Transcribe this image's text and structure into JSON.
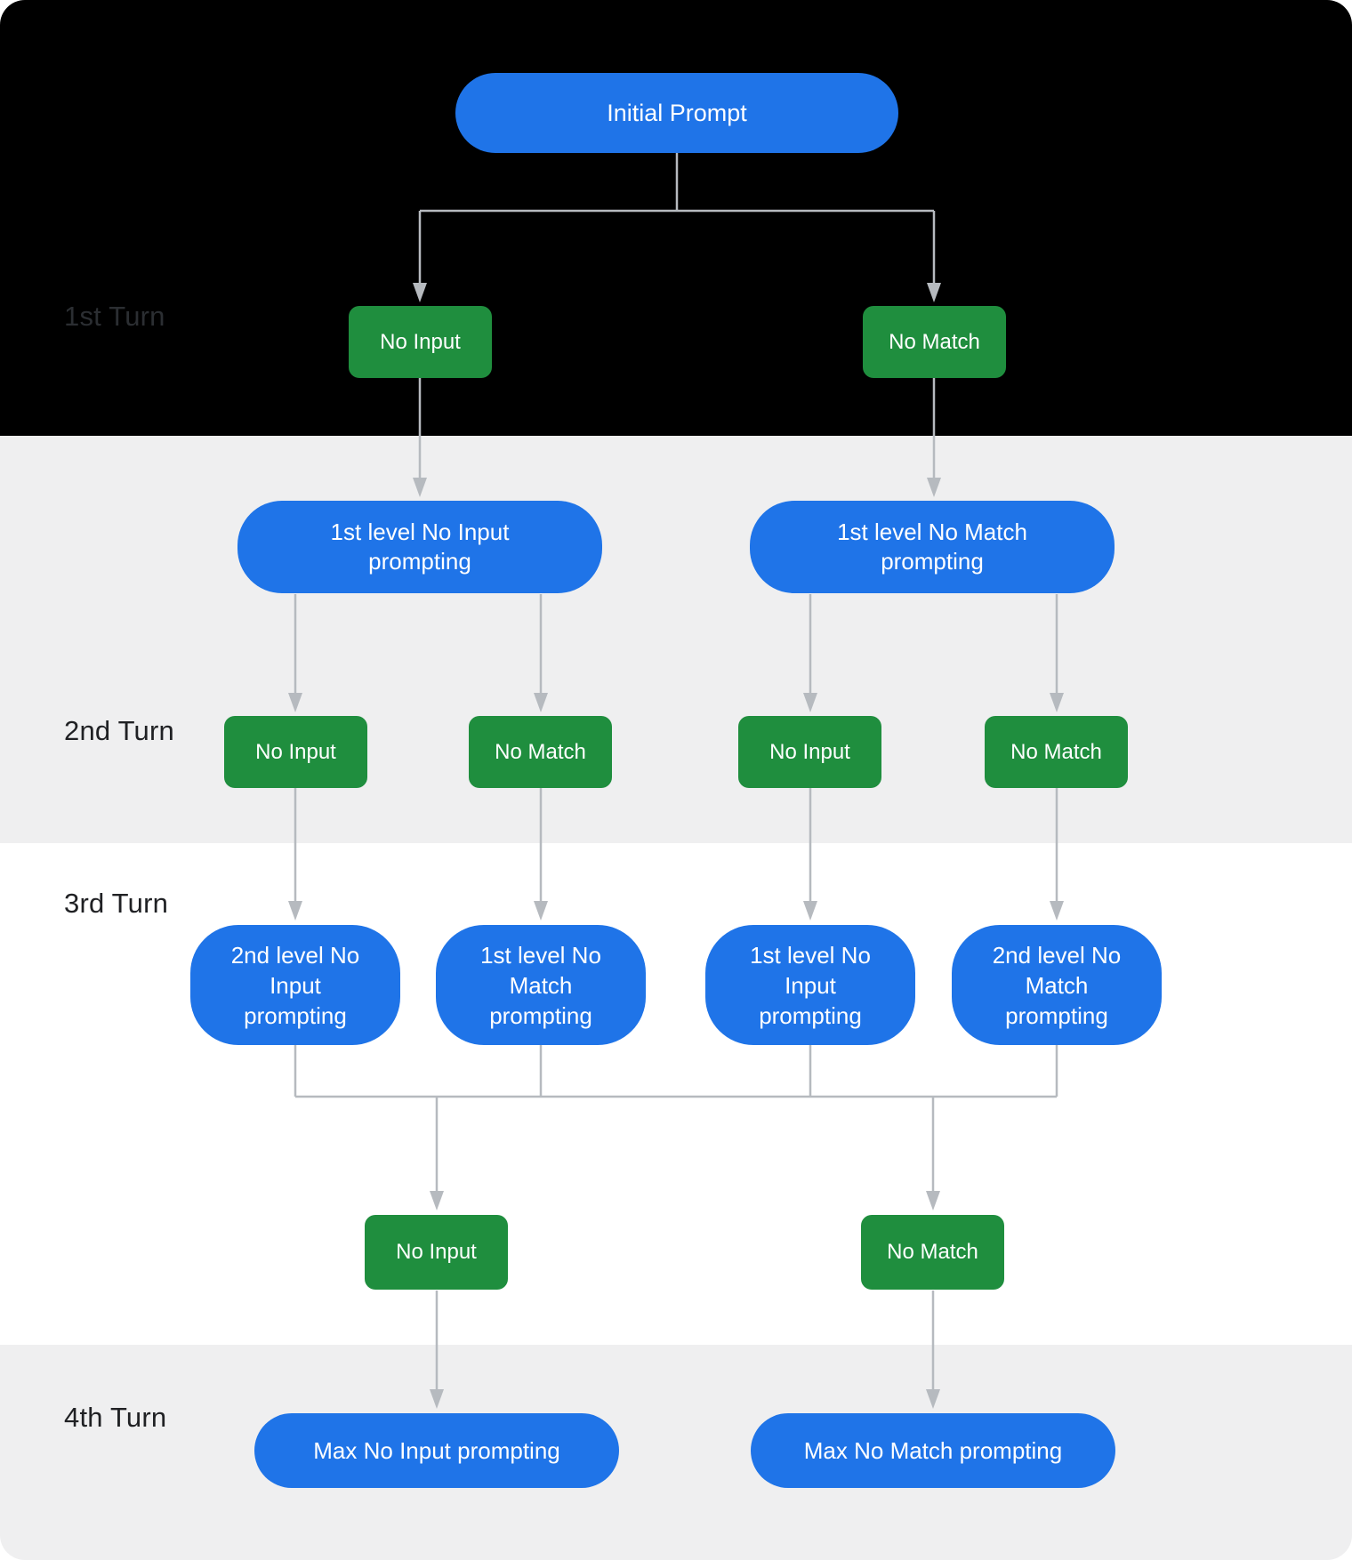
{
  "diagram": {
    "turn_labels": [
      "1st Turn",
      "2nd Turn",
      "3rd Turn",
      "4th Turn"
    ],
    "root_label": "Initial Prompt",
    "turn1": {
      "no_input": "No Input",
      "no_match": "No Match"
    },
    "turn2": {
      "left_pill": "1st level No Input\nprompting",
      "right_pill": "1st level No Match\nprompting",
      "events": [
        "No Input",
        "No Match",
        "No Input",
        "No Match"
      ]
    },
    "turn3": {
      "boxes": [
        "2nd level No\nInput\nprompting",
        "1st level No\nMatch\nprompting",
        "1st level No\nInput\nprompting",
        "2nd level No\nMatch\nprompting"
      ],
      "no_input": "No Input",
      "no_match": "No Match"
    },
    "turn4": {
      "left_pill": "Max No Input prompting",
      "right_pill": "Max No Match prompting"
    },
    "colors": {
      "node_blue": "#1f74e8",
      "node_green": "#1f8e3e",
      "connector_gray": "#b6babf",
      "band_black": "#000000",
      "band_gray": "#efeff0",
      "band_white": "#ffffff",
      "label_dark_band": "#2b2e32",
      "label_light_band": "#202124"
    }
  }
}
